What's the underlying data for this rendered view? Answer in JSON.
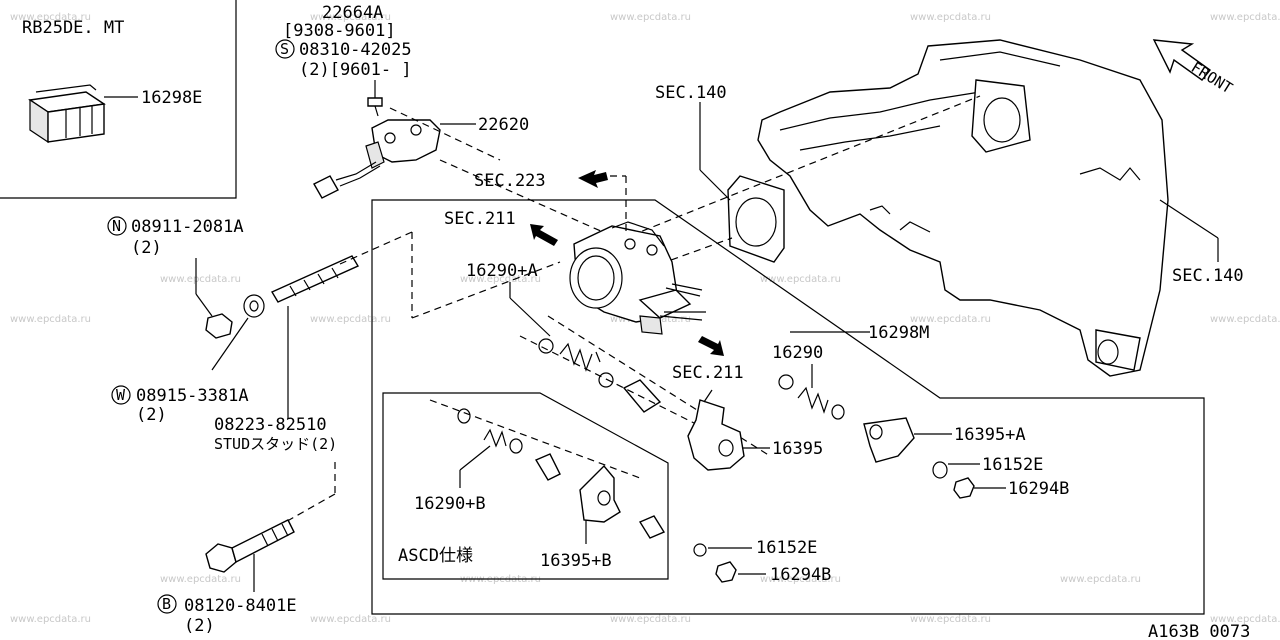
{
  "variant_label": "RB25DE. MT",
  "part_numbers": {
    "p22664a": "22664A",
    "p22664a_date": "[9308-9601]",
    "p08310": "08310-42025",
    "p08310_qty": "(2)[9601-    ]",
    "p22620": "22620",
    "p16298e": "16298E",
    "p08911": "08911-2081A",
    "p08911_qty": "(2)",
    "p08915": "08915-3381A",
    "p08915_qty": "(2)",
    "p08223": "08223-82510",
    "p08223_desc": "STUDスタッド(2)",
    "p08120": "08120-8401E",
    "p08120_qty": "(2)",
    "p16290a": "16290+A",
    "p16290": "16290",
    "p16298m": "16298M",
    "p16395": "16395",
    "p16395a": "16395+A",
    "p16152e_right": "16152E",
    "p16294b_right": "16294B",
    "p16290b": "16290+B",
    "p16395b": "16395+B",
    "p16152e_bottom": "16152E",
    "p16294b_bottom": "16294B"
  },
  "circle_marks": {
    "s": "S",
    "n": "N",
    "w": "W",
    "b": "B"
  },
  "section_refs": {
    "sec140_top": "SEC.140",
    "sec140_right": "SEC.140",
    "sec223": "SEC.223",
    "sec211_top": "SEC.211",
    "sec211_mid": "SEC.211"
  },
  "front_label": "FRONT",
  "ascd_label": "ASCD仕様",
  "diagram_code": "A163B 0073",
  "watermark": "www.epcdata.ru"
}
